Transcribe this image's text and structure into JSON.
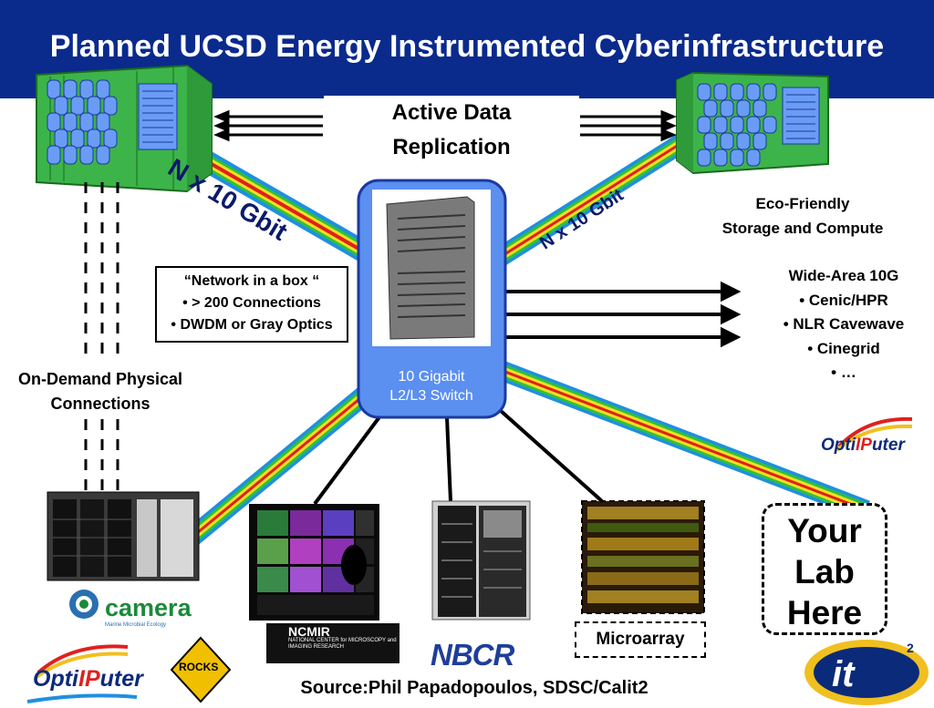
{
  "title": "Planned UCSD Energy Instrumented Cyberinfrastructure",
  "replication": {
    "line1": "Active Data",
    "line2": "Replication"
  },
  "links": {
    "left": "N x 10 Gbit",
    "right": "N x 10 Gbit"
  },
  "eco": {
    "line1": "Eco-Friendly",
    "line2": "Storage and Compute"
  },
  "network_box": {
    "title": "“Network  in a box “",
    "items": [
      "• > 200 Connections",
      "• DWDM or Gray Optics"
    ]
  },
  "wide_area": {
    "title": "Wide-Area 10G",
    "items": [
      "• Cenic/HPR",
      "• NLR Cavewave",
      "• Cinegrid",
      "• …"
    ]
  },
  "on_demand": {
    "line1": "On-Demand Physical",
    "line2": "Connections"
  },
  "switch": {
    "line1": "10 Gigabit",
    "line2": "L2/L3 Switch"
  },
  "your_lab": {
    "line1": "Your",
    "line2": "Lab",
    "line3": "Here"
  },
  "microarray": "Microarray",
  "source": "Source:Phil Papadopoulos, SDSC/Calit2",
  "logos": {
    "camera": "camera",
    "camera_sub": "Marine Microbial Ecology",
    "ncmir": "NCMIR",
    "ncmir_sub": "NATIONAL CENTER for MICROSCOPY and IMAGING RESEARCH",
    "nbcr": "NBCR",
    "rocks": "ROCKS",
    "optiputer_a": "Opti",
    "optiputer_b": "IP",
    "optiputer_c": "uter",
    "it2": "it",
    "it2_sup": "2"
  },
  "colors": {
    "title_bar": "#0a2a8c",
    "container_green": "#3cb44a",
    "switch_blue": "#5b8ff0",
    "cylinder_blue": "#6a9cf5"
  }
}
